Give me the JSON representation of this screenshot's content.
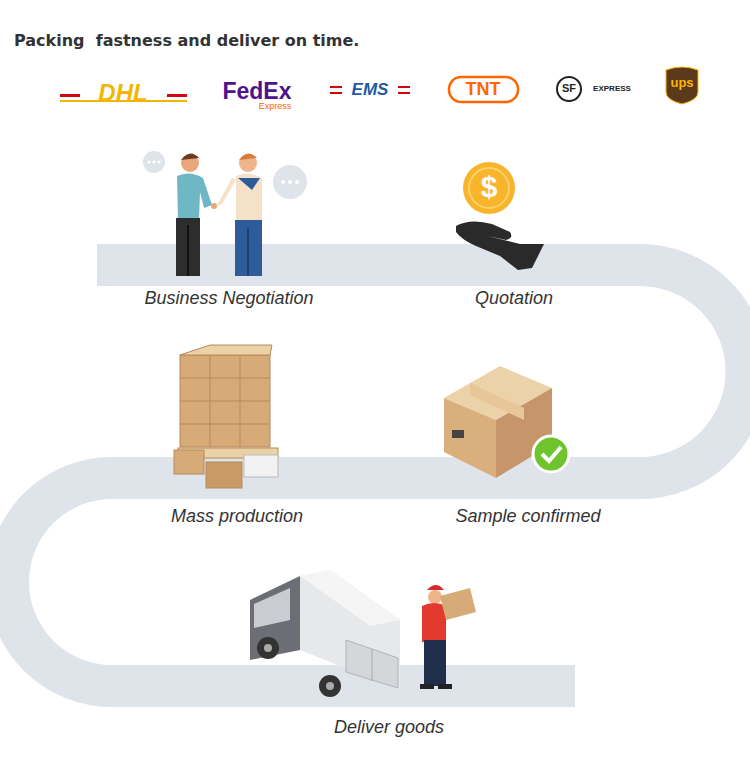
{
  "diagram": {
    "title": "Packing  fastness and deliver on time.",
    "labels": [
      "DHL",
      "FedEx",
      "Express",
      "EMS",
      "TNT",
      "SF",
      "EXPRESS",
      "ups",
      "$",
      "Business Negotiation",
      "Quotation",
      "Mass production",
      "Sample confirmed",
      "Deliver goods"
    ]
  }
}
